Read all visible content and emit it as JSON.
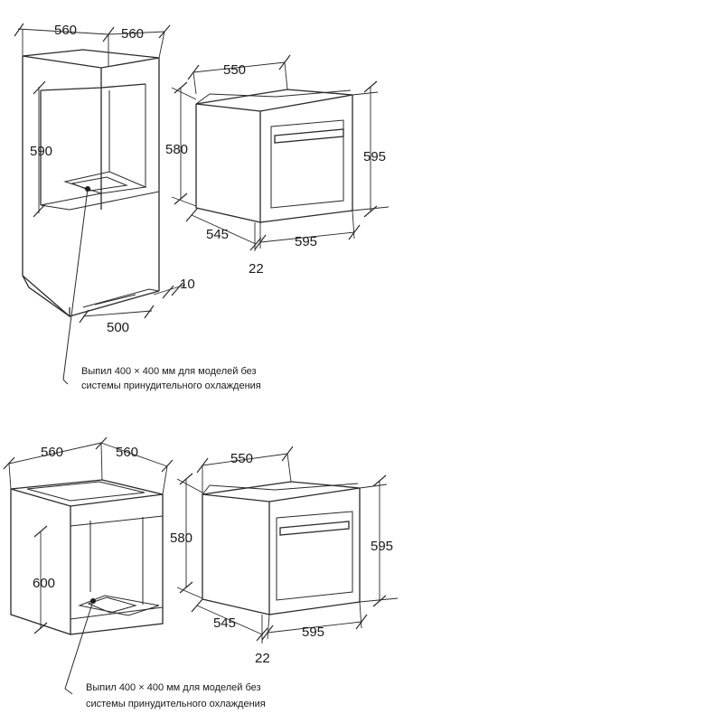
{
  "tall_cabinet": {
    "width_left": "560",
    "width_right": "560",
    "niche_height": "590",
    "gap": "10",
    "bottom_opening": "500",
    "note_line1": "Выпил 400 × 400 мм для моделей без",
    "note_line2": "системы принудительного охлаждения"
  },
  "oven_top": {
    "depth": "550",
    "height_front": "580",
    "height_total": "595",
    "body_depth": "545",
    "width": "595",
    "panel_thickness": "22"
  },
  "base_cabinet": {
    "width_left": "560",
    "width_right": "560",
    "niche_height": "600",
    "note_line1": "Выпил 400 × 400 мм для моделей без",
    "note_line2": "системы принудительного охлаждения"
  },
  "oven_bottom": {
    "depth": "550",
    "height_front": "580",
    "height_total": "595",
    "body_depth": "545",
    "width": "595",
    "panel_thickness": "22"
  }
}
